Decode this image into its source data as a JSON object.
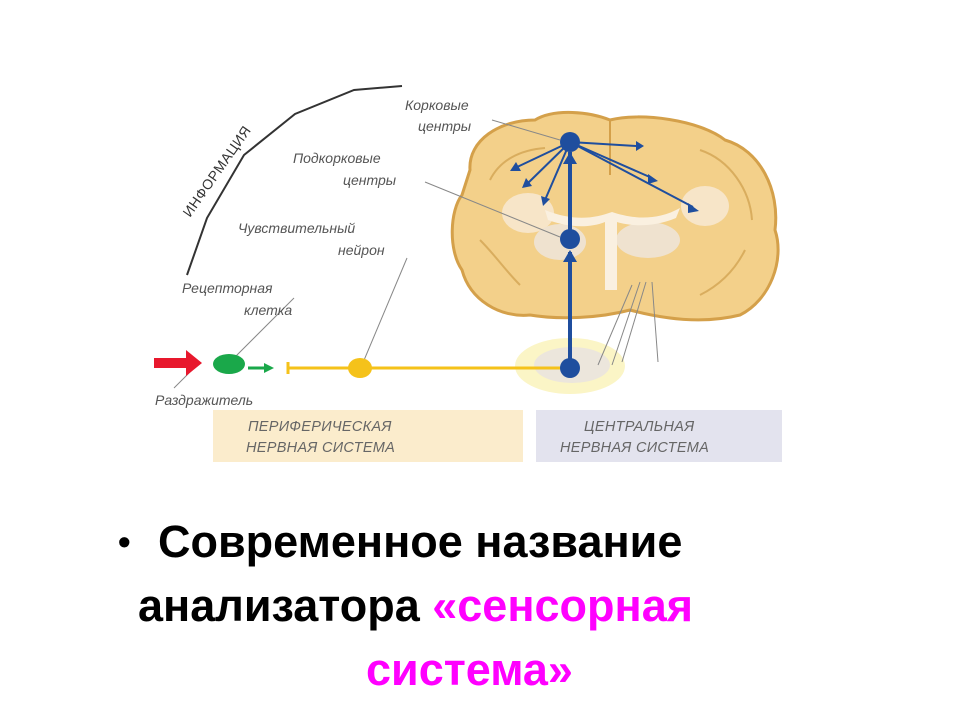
{
  "diagram": {
    "info_label": "ИНФОРМАЦИЯ",
    "labels": {
      "cortical_1": "Корковые",
      "cortical_2": "центры",
      "subcortical_1": "Подкорковые",
      "subcortical_2": "центры",
      "sensory_neuron_1": "Чувствительный",
      "sensory_neuron_2": "нейрон",
      "receptor_1": "Рецепторная",
      "receptor_2": "клетка",
      "stimulus": "Раздражитель"
    },
    "boxes": {
      "peripheral_1": "ПЕРИФЕРИЧЕСКАЯ",
      "peripheral_2": "НЕРВНАЯ СИСТЕМА",
      "central_1": "ЦЕНТРАЛЬНАЯ",
      "central_2": "НЕРВНАЯ СИСТЕМА"
    },
    "colors": {
      "stimulus_arrow": "#e8182d",
      "receptor": "#1aa84a",
      "neuron_path": "#f5c21a",
      "brain_path": "#1f4e9e",
      "brain_fill": "#f3d08a",
      "peripheral_box": "#fbeccc",
      "central_box": "#e3e3ee"
    }
  },
  "bullet": {
    "symbol": "•",
    "line1": "Современное название",
    "line2_plain": "анализатора ",
    "line2_accent": "«сенсорная",
    "line3_accent": "система»",
    "accent_color": "#ff00ff"
  }
}
